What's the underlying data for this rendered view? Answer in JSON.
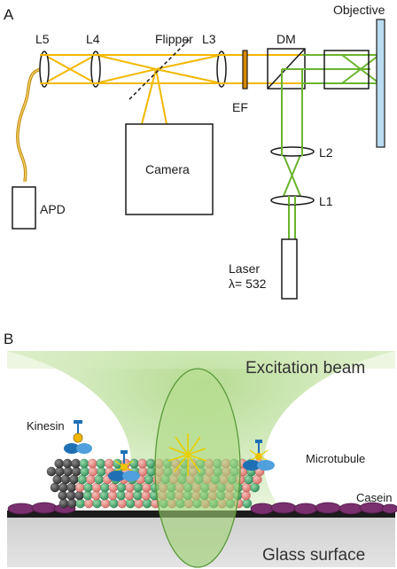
{
  "panel_a": {
    "panel_label": "A",
    "labels": {
      "l5": "L5",
      "l4": "L4",
      "flipper": "Flipper",
      "l3": "L3",
      "dm": "DM",
      "objective": "Objective",
      "ef": "EF",
      "camera": "Camera",
      "apd": "APD",
      "l2": "L2",
      "l1": "L1",
      "laser": "Laser",
      "wavelength": "λ= 532"
    }
  },
  "panel_b": {
    "panel_label": "B",
    "labels": {
      "excitation_beam": "Excitation beam",
      "kinesin": "Kinesin",
      "microtubule": "Microtubule",
      "casein": "Casein",
      "glass_surface": "Glass surface"
    }
  },
  "colors": {
    "emission_beam": "#f2b800",
    "laser_beam": "#6ab42d",
    "fiber": "#c28e12",
    "objective_glass": "#b9dcf0",
    "emission_filter": "#d98a00",
    "beam_glow": "#9ccf6c",
    "tubulin_green": "#2f8f5a",
    "tubulin_pink": "#e07b74",
    "kinesin_blue": "#1f6fb5",
    "casein_purple": "#7a2f6e",
    "glass": "#d2d2d2"
  }
}
